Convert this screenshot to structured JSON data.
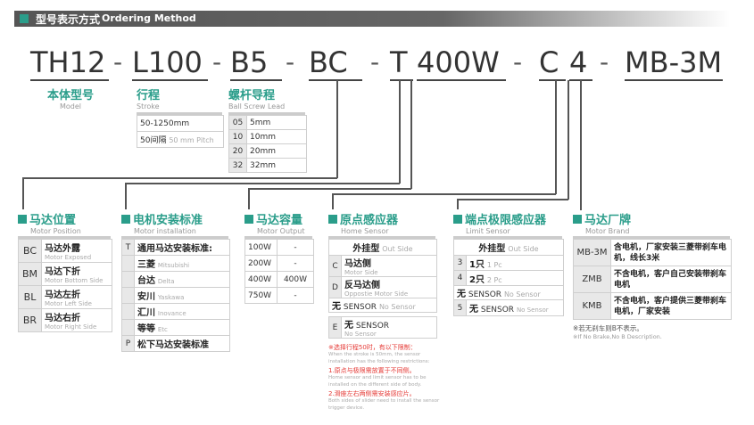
{
  "header": {
    "title_cn": "型号表示方式",
    "title_en": "Ordering Method"
  },
  "code": {
    "parts": [
      "TH12",
      "L100",
      "B5",
      "BC",
      "T",
      "400W",
      "C",
      "4",
      "MB-3M"
    ],
    "dash": "-"
  },
  "model": {
    "cn": "本体型号",
    "en": "Model"
  },
  "stroke": {
    "cn": "行程",
    "en": "Stroke",
    "row1": "50-1250mm",
    "row2_cn": "50间隔",
    "row2_en": "50 mm Pitch"
  },
  "lead": {
    "cn": "螺杆导程",
    "en": "Ball Screw Lead",
    "rows": [
      {
        "k": "05",
        "v": "5mm"
      },
      {
        "k": "10",
        "v": "10mm"
      },
      {
        "k": "20",
        "v": "20mm"
      },
      {
        "k": "32",
        "v": "32mm"
      }
    ]
  },
  "motor_pos": {
    "cn": "马达位置",
    "en": "Motor Position",
    "rows": [
      {
        "k": "BC",
        "cn": "马达外露",
        "en": "Motor Exposed"
      },
      {
        "k": "BM",
        "cn": "马达下折",
        "en": "Motor Bottom Side"
      },
      {
        "k": "BL",
        "cn": "马达左折",
        "en": "Motor Left Side"
      },
      {
        "k": "BR",
        "cn": "马达右折",
        "en": "Motor Right Side"
      }
    ]
  },
  "motor_inst": {
    "cn": "电机安装标准",
    "en": "Motor installation",
    "rows": [
      {
        "k": "T",
        "cn": "通用马达安装标准:",
        "en": ""
      },
      {
        "k": "",
        "cn": "三菱",
        "en": "Mitsubishi"
      },
      {
        "k": "",
        "cn": "台达",
        "en": "Delta"
      },
      {
        "k": "",
        "cn": "安川",
        "en": "Yaskawa"
      },
      {
        "k": "",
        "cn": "汇川",
        "en": "Inovance"
      },
      {
        "k": "",
        "cn": "等等",
        "en": "Etc"
      },
      {
        "k": "P",
        "cn": "松下马达安装标准",
        "en": ""
      }
    ]
  },
  "motor_out": {
    "cn": "马达容量",
    "en": "Motor Output",
    "rows": [
      {
        "k": "100W",
        "v": "-"
      },
      {
        "k": "200W",
        "v": "-"
      },
      {
        "k": "400W",
        "v": "400W"
      },
      {
        "k": "750W",
        "v": "-"
      }
    ]
  },
  "home": {
    "cn": "原点感应器",
    "en": "Home Sensor",
    "hdr_cn": "外挂型",
    "hdr_en": "Out Side",
    "rows": [
      {
        "k": "C",
        "cn": "马达侧",
        "en": "Motor Side"
      },
      {
        "k": "D",
        "cn": "反马达侧",
        "en": "Oppostie Motor Side"
      }
    ],
    "none_cn": "无",
    "none_label": "SENSOR",
    "none_en": "No Sensor",
    "e_k": "E",
    "e_cn": "无",
    "e_label": "SENSOR",
    "e_en": "No Sensor"
  },
  "limit": {
    "cn": "端点极限感应器",
    "en": "Limit Sensor",
    "hdr_cn": "外挂型",
    "hdr_en": "Out Side",
    "rows": [
      {
        "k": "3",
        "cn": "1只",
        "en": "1 Pc"
      },
      {
        "k": "4",
        "cn": "2只",
        "en": "2 Pc"
      }
    ],
    "none_cn": "无",
    "none_label": "SENSOR",
    "none_en": "No Sensor",
    "five_k": "5",
    "five_cn": "无",
    "five_label": "SENSOR",
    "five_en": "No Sensor"
  },
  "brand": {
    "cn": "马达厂牌",
    "en": "Motor Brand",
    "rows": [
      {
        "k": "MB-3M",
        "v": "含电机，厂家安装三菱带刹车电机，线长3米"
      },
      {
        "k": "ZMB",
        "v": "不含电机，客户自己安装带刹车电机"
      },
      {
        "k": "KMB",
        "v": "不含电机，客户提供三菱带刹车电机，厂家安装"
      }
    ],
    "note_cn": "※若无刹车则B不表示。",
    "note_en": "※If No Brake,No B Description."
  },
  "notes": {
    "n1_cn": "※选择行程50时，有以下限制：",
    "n1_en": "When the stroke is 50mm, the sensor installation has the following restrictions:",
    "n2_cn": "1.原点与极限需放置于不同侧。",
    "n2_en": "Home sensor and limit sensor has to be installed on the different side of body.",
    "n3_cn": "2.滑座左右两侧需安装感应片。",
    "n3_en": "Both sides of slider need to install the sensor trigger device."
  }
}
